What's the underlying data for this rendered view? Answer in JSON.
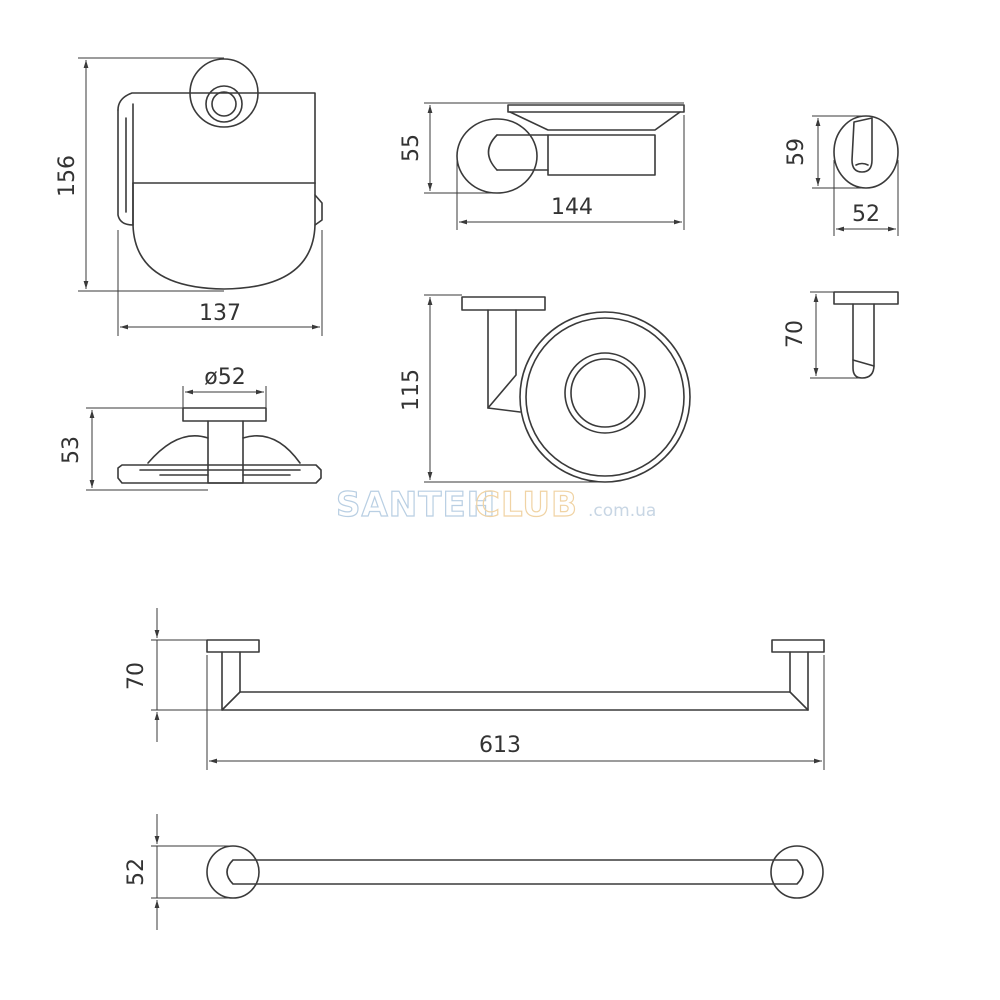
{
  "dimensions": {
    "holder_height": "156",
    "holder_width": "137",
    "soap_height": "55",
    "soap_width": "144",
    "hook_height": "59",
    "hook_diameter": "52",
    "holder_top_depth": "53",
    "holder_top_flange": "ø52",
    "soap_side_height": "115",
    "hook_side_depth": "70",
    "towel_bar_depth": "70",
    "towel_bar_length": "613",
    "towel_bar_flange": "52"
  },
  "watermark": {
    "part_a": "SANTEH",
    "part_b": "CLUB",
    "part_c": ".com.ua",
    "color_a": "#b9cfe3",
    "color_b": "#f0d3a4"
  }
}
